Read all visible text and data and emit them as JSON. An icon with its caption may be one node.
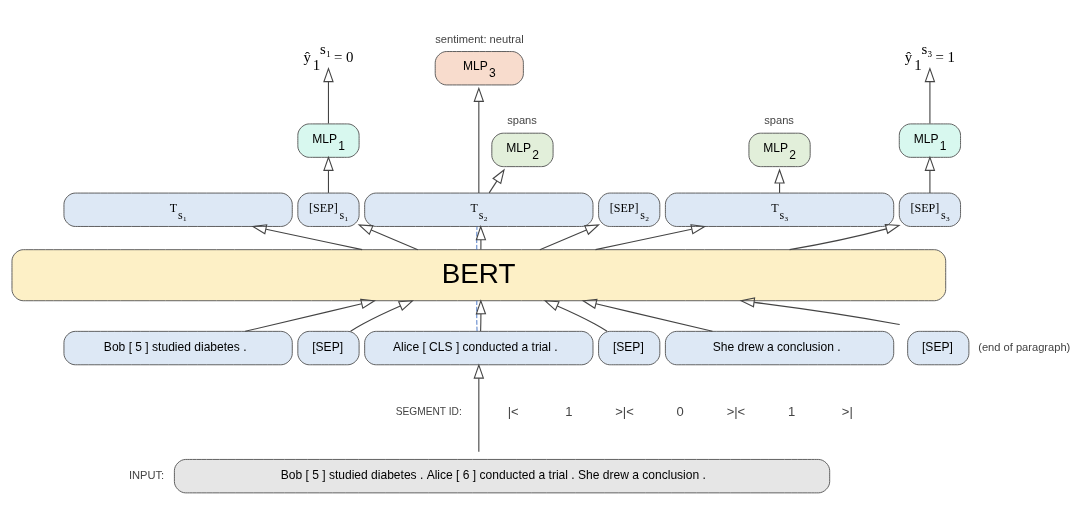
{
  "diagram": {
    "nodes": [
      {
        "text": [
          "T$_{s₁}$"
        ]
      },
      {
        "text": [
          "[SEP]$_{s₁}$"
        ]
      },
      {
        "text": [
          "T$_{s₂}$"
        ]
      },
      {
        "text": [
          "[SEP]$_{s₂}$"
        ]
      },
      {
        "text": [
          "T$_{s₃}$"
        ]
      },
      {
        "text": [
          "[SEP]$_{s₃}$"
        ]
      },
      {
        "text": [
          "BERT"
        ]
      },
      {
        "text": [
          "Bob [ 5 ] studied diabetes ."
        ]
      },
      {
        "text": [
          "[SEP]"
        ]
      },
      {
        "text": [
          "Alice [ CLS ] conducted a trial ."
        ]
      },
      {
        "text": [
          "[SEP]"
        ]
      },
      {
        "text": [
          "She drew a conclusion ."
        ]
      },
      {
        "text": [
          "[SEP]"
        ],
        "beside": [
          "(end of paragraph)"
        ]
      },
      {
        "text": [
          "Bob [ 5 ] studied diabetes . Alice [ 6 ] conducted a trial . She drew a conclusion ."
        ],
        "beside": [
          "INPUT:"
        ]
      },
      {
        "text": [
          "MLP$_{1}$"
        ]
      },
      {
        "text": [
          "MLP$_{3}$"
        ],
        "beside": [
          "sentiment: neutral"
        ]
      },
      {
        "text": [
          "MLP$_{2}$"
        ],
        "beside": [
          "spans"
        ]
      },
      {
        "text": [
          "MLP$_{2}$"
        ],
        "beside": [
          "spans"
        ]
      },
      {
        "text": [
          "MLP$_{1}$"
        ]
      },
      {
        "text": [
          "ŷ$_{1}$$^{s₁}$ = 0"
        ]
      },
      {
        "text": [
          "ŷ$_{1}$$^{s₃}$ = 1"
        ]
      }
    ],
    "edges": [
      {
        "from": 7,
        "to": 6,
        "arrow": "to"
      },
      {
        "from": 8,
        "to": 6,
        "arrow": "to"
      },
      {
        "from": 9,
        "to": 6,
        "arrow": "none",
        "style": "dashed",
        "color": "#4472c4"
      },
      {
        "from": 9,
        "to": 6,
        "arrow": "to"
      },
      {
        "from": 10,
        "to": 6,
        "arrow": "to"
      },
      {
        "from": 11,
        "to": 6,
        "arrow": "to"
      },
      {
        "from": 12,
        "to": 6,
        "arrow": "to"
      },
      {
        "from": 6,
        "to": 0,
        "arrow": "to"
      },
      {
        "from": 6,
        "to": 1,
        "arrow": "to"
      },
      {
        "from": 6,
        "to": 2,
        "arrow": "none",
        "style": "dashed",
        "color": "#4472c4"
      },
      {
        "from": 6,
        "to": 2,
        "arrow": "to"
      },
      {
        "from": 6,
        "to": 3,
        "arrow": "to"
      },
      {
        "from": 6,
        "to": 4,
        "arrow": "to"
      },
      {
        "from": 6,
        "to": 5,
        "arrow": "to"
      },
      {
        "from": 1,
        "to": 14,
        "arrow": "to"
      },
      {
        "from": 2,
        "to": 15,
        "arrow": "to"
      },
      {
        "from": 2,
        "to": 16,
        "arrow": "to"
      },
      {
        "from": 4,
        "to": 17,
        "arrow": "to"
      },
      {
        "from": 5,
        "to": 18,
        "arrow": "to"
      },
      {
        "from": 14,
        "to": 19,
        "arrow": "to"
      },
      {
        "from": 18,
        "to": 20,
        "arrow": "to"
      },
      {
        "from": 13,
        "to": 9,
        "arrow": "to"
      }
    ],
    "labels": [
      "SEGMENT ID:",
      "|<",
      "1",
      ">|<",
      "0",
      ">|<",
      "1",
      ">|"
    ]
  }
}
